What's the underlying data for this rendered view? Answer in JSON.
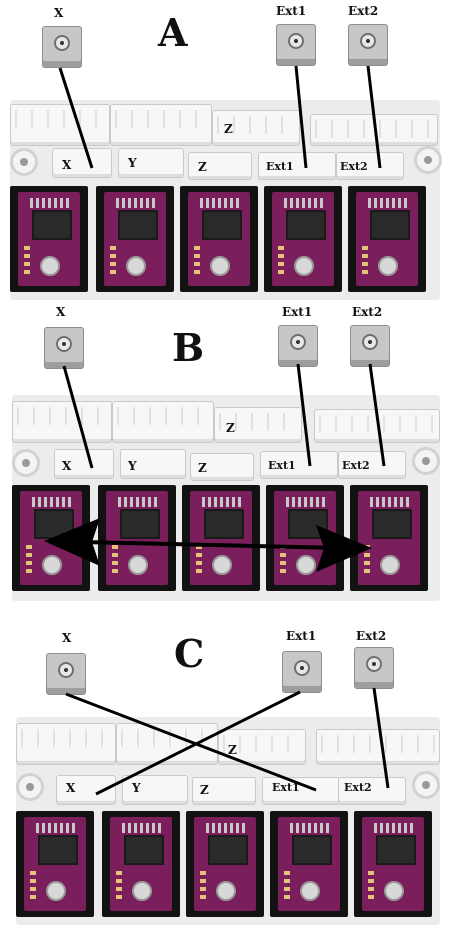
{
  "panels": [
    {
      "id": "A",
      "letter": "A",
      "motor_labels": {
        "x": "X",
        "ext1": "Ext1",
        "ext2": "Ext2"
      },
      "board_labels": {
        "x": "X",
        "y": "Y",
        "z": "Z",
        "z_top": "Z",
        "ext1": "Ext1",
        "ext2": "Ext2"
      }
    },
    {
      "id": "B",
      "letter": "B",
      "motor_labels": {
        "x": "X",
        "ext1": "Ext1",
        "ext2": "Ext2"
      },
      "board_labels": {
        "x": "X",
        "y": "Y",
        "z": "Z",
        "z_top": "Z",
        "ext1": "Ext1",
        "ext2": "Ext2"
      }
    },
    {
      "id": "C",
      "letter": "C",
      "motor_labels": {
        "x": "X",
        "ext1": "Ext1",
        "ext2": "Ext2"
      },
      "board_labels": {
        "x": "X",
        "y": "Y",
        "z": "Z",
        "z_top": "Z",
        "ext1": "Ext1",
        "ext2": "Ext2"
      }
    }
  ],
  "colors": {
    "wire": "#000000",
    "driver_pcb": "#7a1f5c",
    "board": "#ececec"
  }
}
